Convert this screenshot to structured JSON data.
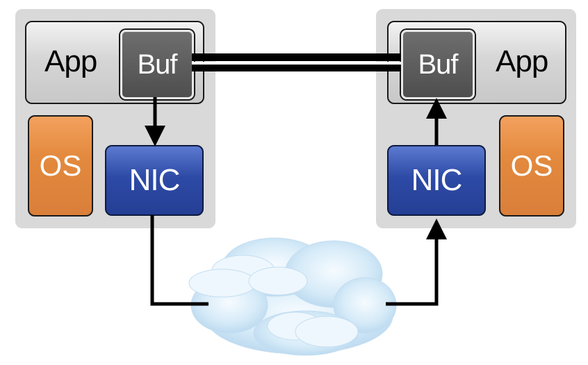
{
  "left_host": {
    "app_label": "App",
    "buf_label": "Buf",
    "os_label": "OS",
    "nic_label": "NIC"
  },
  "right_host": {
    "app_label": "App",
    "buf_label": "Buf",
    "os_label": "OS",
    "nic_label": "NIC"
  },
  "colors": {
    "host_background": "#d9d9d9",
    "buf": "#5a5a5a",
    "os": "#e38a3e",
    "nic": "#2d4aa6",
    "cloud": "#cfe5f5",
    "link": "#000000"
  }
}
